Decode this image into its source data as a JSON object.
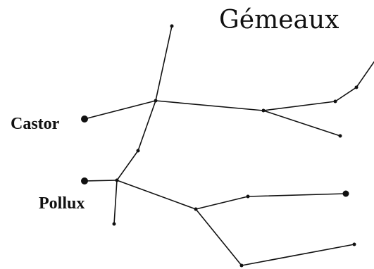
{
  "title": "Gémeaux",
  "labels": {
    "castor": "Castor",
    "pollux": "Pollux"
  },
  "colors": {
    "ink": "#111111",
    "background": "#ffffff"
  }
}
